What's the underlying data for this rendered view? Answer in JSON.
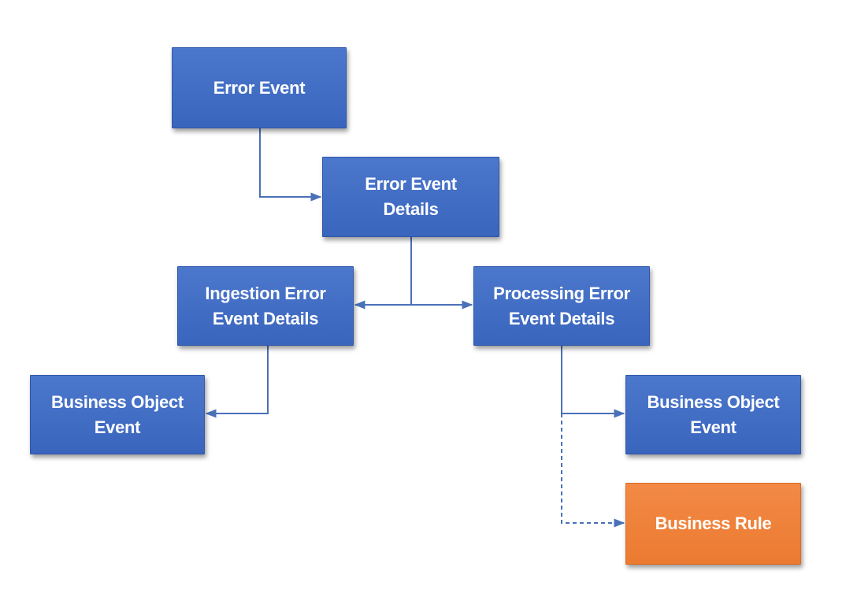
{
  "diagram": {
    "nodes": [
      {
        "id": "error_event",
        "label": "Error Event",
        "color": "#4472c4"
      },
      {
        "id": "error_event_details",
        "label": "Error Event Details",
        "color": "#4472c4"
      },
      {
        "id": "ingestion_error_event_details",
        "label": "Ingestion Error Event Details",
        "color": "#4472c4"
      },
      {
        "id": "processing_error_event_details",
        "label": "Processing Error Event Details",
        "color": "#4472c4"
      },
      {
        "id": "business_object_event_left",
        "label": "Business Object Event",
        "color": "#4472c4"
      },
      {
        "id": "business_object_event_right",
        "label": "Business Object Event",
        "color": "#4472c4"
      },
      {
        "id": "business_rule",
        "label": "Business Rule",
        "color": "#ed7d31"
      }
    ],
    "edges": [
      {
        "from": "error_event",
        "to": "error_event_details",
        "style": "solid"
      },
      {
        "from": "error_event_details",
        "to": "ingestion_error_event_details",
        "style": "solid"
      },
      {
        "from": "error_event_details",
        "to": "processing_error_event_details",
        "style": "solid"
      },
      {
        "from": "ingestion_error_event_details",
        "to": "business_object_event_left",
        "style": "solid"
      },
      {
        "from": "processing_error_event_details",
        "to": "business_object_event_right",
        "style": "solid"
      },
      {
        "from": "processing_error_event_details",
        "to": "business_rule",
        "style": "dashed"
      }
    ],
    "connector_color": "#4a70b8"
  }
}
